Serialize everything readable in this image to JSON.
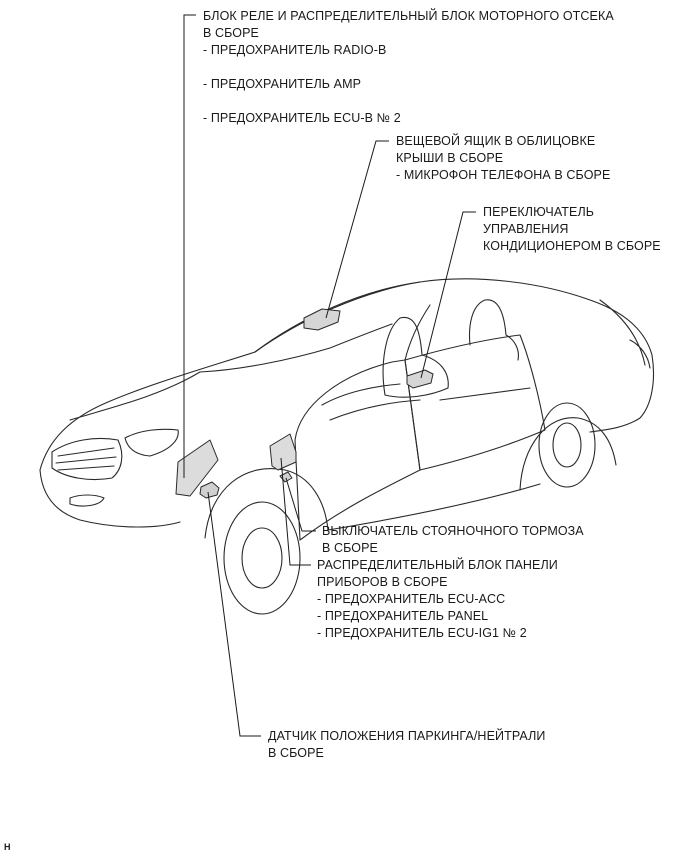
{
  "labels": {
    "engine_block": {
      "title1": "БЛОК РЕЛЕ И РАСПРЕДЕЛИТЕЛЬНЫЙ БЛОК МОТОРНОГО ОТСЕКА",
      "title2": "В СБОРЕ",
      "fuse1": "- ПРЕДОХРАНИТЕЛЬ RADIO-B",
      "fuse2": "- ПРЕДОХРАНИТЕЛЬ AMP",
      "fuse3": "- ПРЕДОХРАНИТЕЛЬ ECU-B № 2"
    },
    "roof_box": {
      "line1": "ВЕЩЕВОЙ ЯЩИК В ОБЛИЦОВКЕ",
      "line2": "КРЫШИ В СБОРЕ",
      "sub": "- МИКРОФОН ТЕЛЕФОНА В СБОРЕ"
    },
    "ac_switch": {
      "line1": "ПЕРЕКЛЮЧАТЕЛЬ",
      "line2": "УПРАВЛЕНИЯ",
      "line3": "КОНДИЦИОНЕРОМ В СБОРЕ"
    },
    "parking_brake": {
      "line1": "ВЫКЛЮЧАТЕЛЬ СТОЯНОЧНОГО ТОРМОЗА",
      "line2": "В СБОРЕ"
    },
    "panel_block": {
      "line1": "РАСПРЕДЕЛИТЕЛЬНЫЙ БЛОК ПАНЕЛИ",
      "line2": "ПРИБОРОВ В СБОРЕ",
      "fuse1": "- ПРЕДОХРАНИТЕЛЬ ECU-ACC",
      "fuse2": "- ПРЕДОХРАНИТЕЛЬ PANEL",
      "fuse3": "- ПРЕДОХРАНИТЕЛЬ ECU-IG1 № 2"
    },
    "neutral_sensor": {
      "line1": "ДАТЧИК ПОЛОЖЕНИЯ ПАРКИНГА/НЕЙТРАЛИ",
      "line2": "В СБОРЕ"
    }
  },
  "figure_code": "H"
}
